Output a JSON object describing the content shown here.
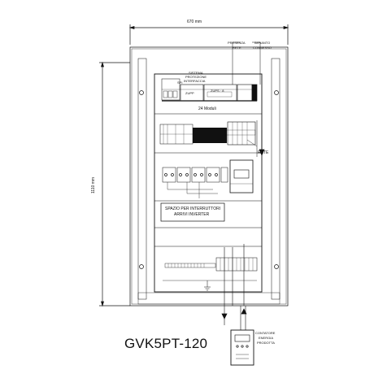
{
  "dimensions": {
    "width": "670 mm",
    "height": "1110 mm"
  },
  "labels": {
    "presenza_rete": [
      "PRESENZA",
      "RETE"
    ],
    "impianto_connesso": [
      "IMPIANTO",
      "CONNESSO"
    ],
    "sistema_protezione": [
      "SISTEMA",
      "PROTEZIONE",
      "INTERFACCIA"
    ],
    "spi_label": "SPI",
    "zupp": "ZUPP",
    "zupp_s": "ZUPS · 8",
    "moduli": "24 Moduli",
    "rete": "RETE",
    "spazio_line1": "SPAZIO PER INTERRUTTORI",
    "spazio_line2": "ARRIVI INVERTER",
    "contatore": [
      "CONTATORE",
      "ENERGIA",
      "PRODOTTA"
    ],
    "model": "GVK5PT-120"
  }
}
